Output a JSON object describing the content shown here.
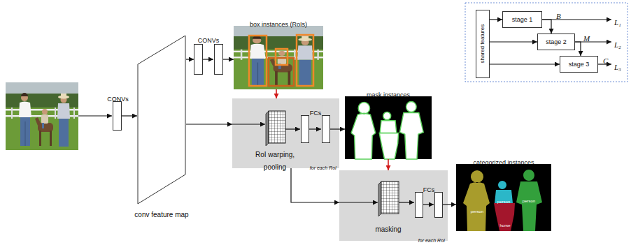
{
  "diagram": {
    "nodes": [
      {
        "text": [
          "CONVs"
        ]
      },
      {
        "text": [
          "conv feature map"
        ]
      },
      {
        "text": [
          "CONVs"
        ]
      },
      {
        "text": [
          "box instances (RoIs)"
        ]
      },
      {
        "text": [
          "RoI warping, pooling",
          "for each RoI"
        ]
      },
      {
        "text": [
          "FCs"
        ],
        "in": 4
      },
      {
        "text": [
          "mask instances"
        ]
      },
      {
        "text": [
          "masking",
          "for each RoI"
        ]
      },
      {
        "text": [
          "FCs"
        ],
        "in": 7
      },
      {
        "text": [
          "categorized instances"
        ]
      },
      {
        "text": [
          "shared features"
        ]
      },
      {
        "text": [
          "stage 1"
        ]
      },
      {
        "text": [
          "stage 2"
        ]
      },
      {
        "text": [
          "stage 3"
        ]
      }
    ],
    "edges": [
      {
        "from": 0,
        "to": 1,
        "arrow": "to"
      },
      {
        "from": 1,
        "to": 2,
        "arrow": "to"
      },
      {
        "from": 2,
        "to": 3,
        "arrow": "to"
      },
      {
        "from": 3,
        "to": 4,
        "arrow": "to"
      },
      {
        "from": 1,
        "to": 4,
        "arrow": "to"
      },
      {
        "from": 5,
        "to": 6,
        "arrow": "to"
      },
      {
        "from": 6,
        "to": 7,
        "arrow": "to"
      },
      {
        "from": 4,
        "to": 7,
        "arrow": "to"
      },
      {
        "from": 8,
        "to": 9,
        "arrow": "to"
      },
      {
        "from": 10,
        "to": 11,
        "arrow": "to"
      },
      {
        "from": 10,
        "to": 12,
        "arrow": "to"
      },
      {
        "from": 10,
        "to": 13,
        "arrow": "to"
      },
      {
        "from": 11,
        "to": 12,
        "arrow": "to"
      },
      {
        "from": 12,
        "to": 13,
        "arrow": "to"
      }
    ],
    "labels": [
      "person",
      "person",
      "person",
      "horse",
      "B",
      "M",
      "C",
      "L₁",
      "L₂",
      "L₃"
    ]
  }
}
